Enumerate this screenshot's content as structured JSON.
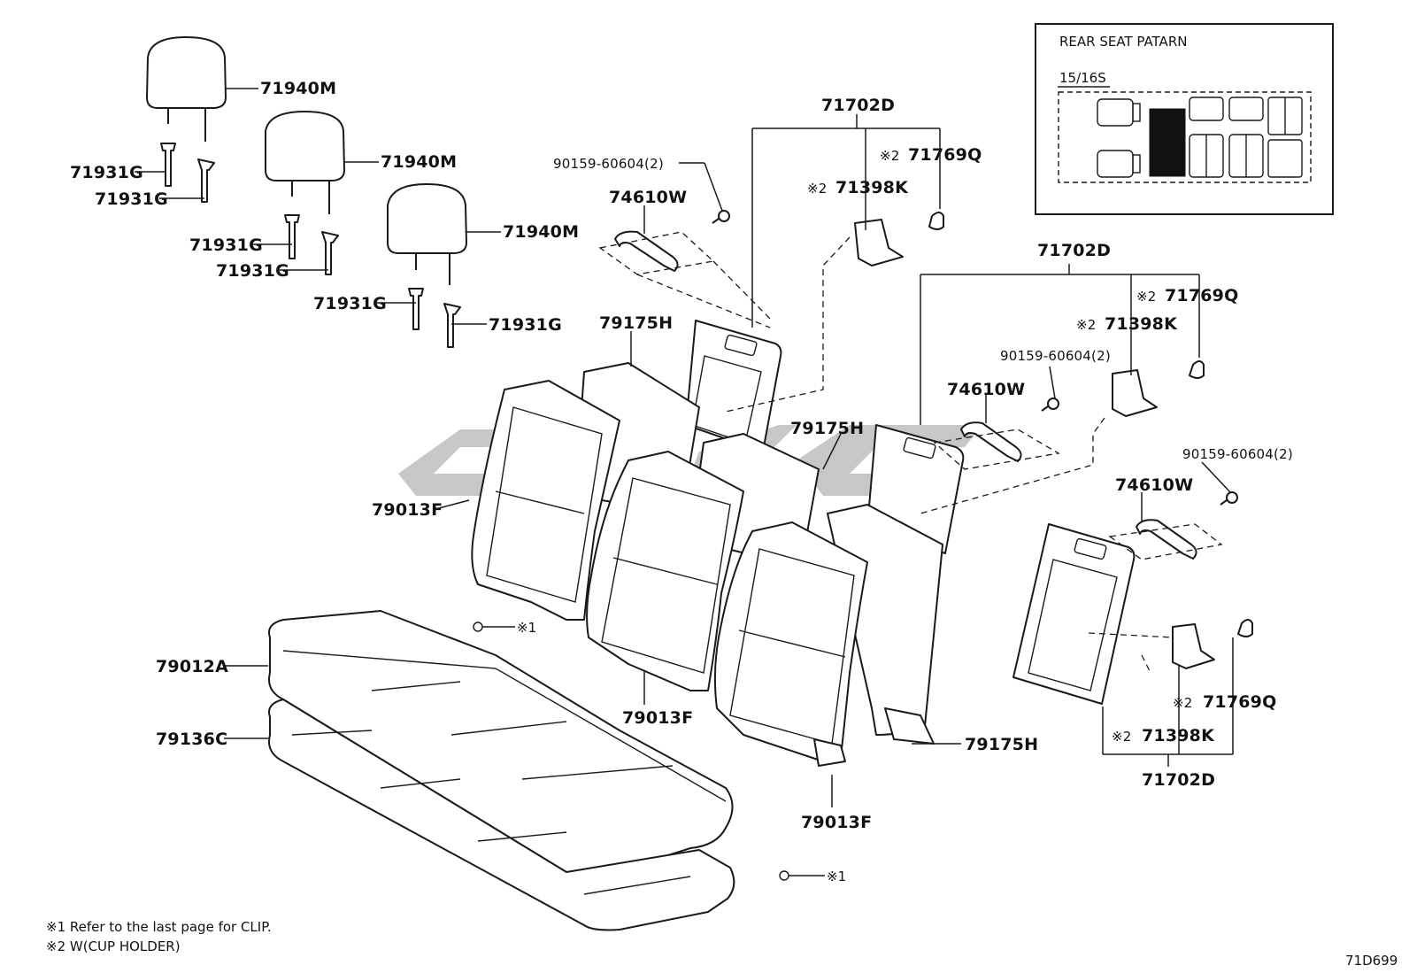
{
  "pattern_box": {
    "title": "REAR SEAT PATARN",
    "variant": "15/16S"
  },
  "labels": {
    "headrest": "71940M",
    "guide": "71931G",
    "bracket_assy": "71702D",
    "bolt": "90159-60604(2)",
    "handle": "74610W",
    "hinge": "71398K",
    "cover": "71769Q",
    "back_board": "79175H",
    "back_cover": "79013F",
    "cushion_cover": "79012A",
    "cushion_pad": "79136C",
    "mark1": "※1",
    "mark2": "※2"
  },
  "notes": {
    "note1": "※1  Refer to the last page for CLIP.",
    "note2": "※2  W(CUP  HOLDER)"
  },
  "figure_id": "71D699"
}
